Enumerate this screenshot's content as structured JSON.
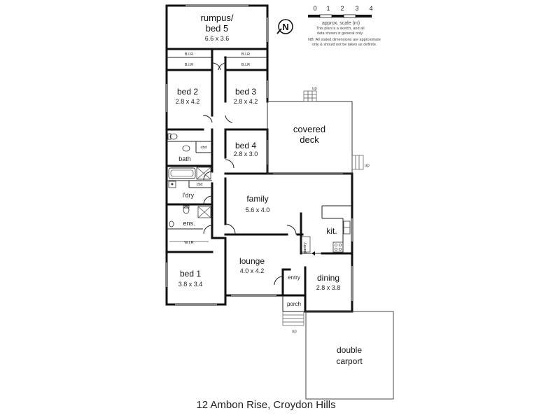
{
  "address": "12 Ambon Rise, Croydon Hills",
  "scale": {
    "ticks": [
      "0",
      "1",
      "2",
      "3",
      "4"
    ],
    "label": "approx. scale (m)",
    "note1": "This plan is a sketch, and all",
    "note2": "data shown is general only.",
    "note3": "NB: All stated dimensions are approximate",
    "note4": "only & should not be taken as definite."
  },
  "compass": "N",
  "rooms": {
    "rumpus": {
      "name1": "rumpus/",
      "name2": "bed 5",
      "dims": "6.6 x 3.6"
    },
    "bed2": {
      "name": "bed 2",
      "dims": "2.8 x 4.2"
    },
    "bed3": {
      "name": "bed 3",
      "dims": "2.8 x 4.2"
    },
    "bed4": {
      "name": "bed 4",
      "dims": "2.8 x 3.0"
    },
    "covered_deck": {
      "name1": "covered",
      "name2": "deck"
    },
    "bath": {
      "name": "bath"
    },
    "ldry": {
      "name": "l'dry"
    },
    "ens": {
      "name": "ens."
    },
    "wir": {
      "name": "W.I.R"
    },
    "bed1": {
      "name": "bed 1",
      "dims": "3.8 x 3.4"
    },
    "family": {
      "name": "family",
      "dims": "5.6 x 4.0"
    },
    "kit": {
      "name": "kit."
    },
    "pantry": {
      "name": "pantry"
    },
    "lounge": {
      "name": "lounge",
      "dims": "4.0 x 4.2"
    },
    "entry": {
      "name": "entry"
    },
    "dining": {
      "name": "dining",
      "dims": "2.8 x 3.8"
    },
    "porch": {
      "name": "porch"
    },
    "carport": {
      "name1": "double",
      "name2": "carport"
    }
  },
  "fixtures": {
    "bir": "B.I.R",
    "cbd": "cbd",
    "up": "up"
  }
}
